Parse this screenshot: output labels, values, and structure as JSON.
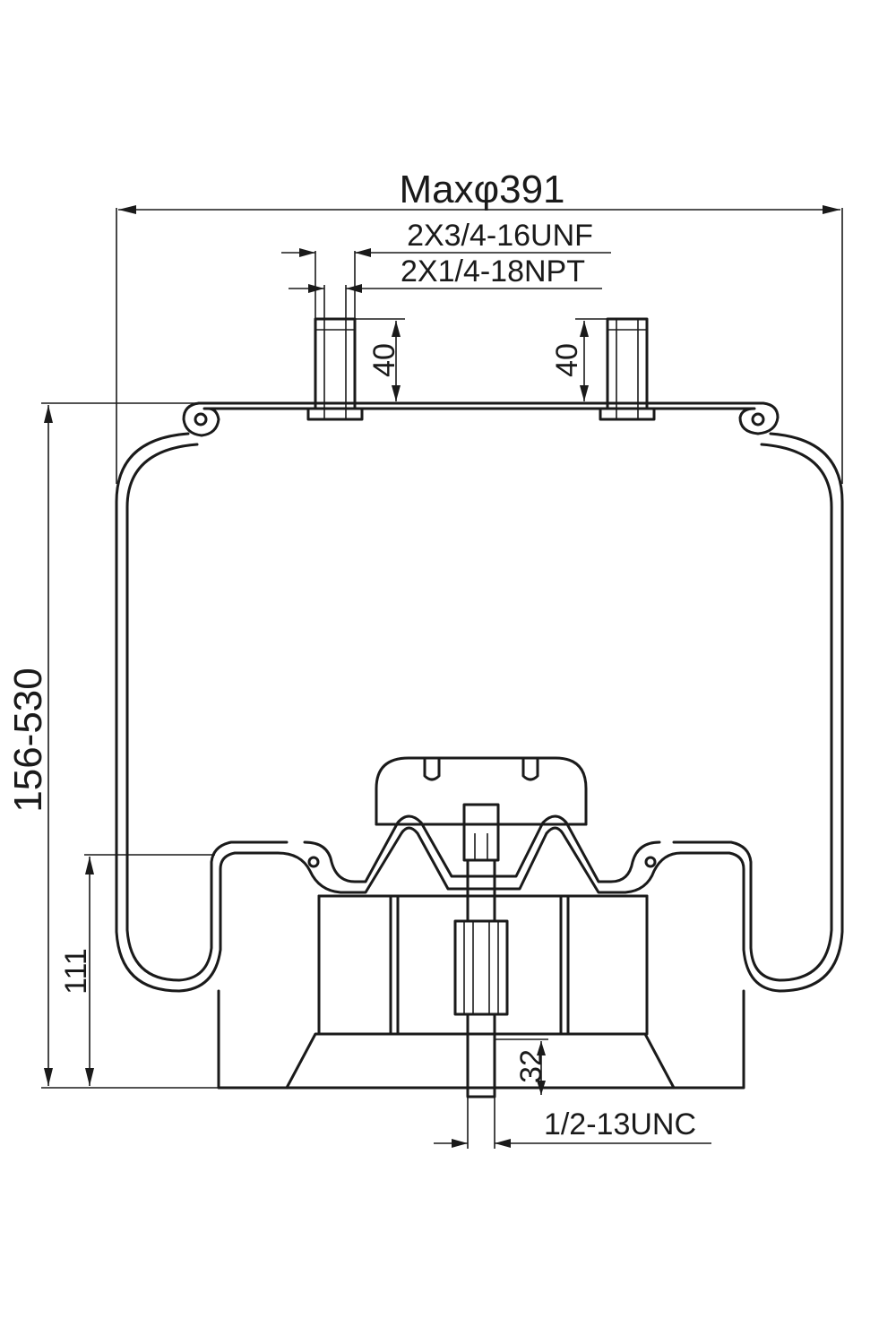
{
  "drawing": {
    "max_diameter": "Maxφ391",
    "thread_top_1": "2X3/4-16UNF",
    "thread_top_2": "2X1/4-18NPT",
    "stud_height_left": "40",
    "stud_height_right": "40",
    "overall_height": "156-530",
    "piston_height": "111",
    "bolt_length": "32",
    "bolt_thread": "1/2-13UNC",
    "line_color": "#1a1a1a",
    "background_color": "#ffffff"
  }
}
